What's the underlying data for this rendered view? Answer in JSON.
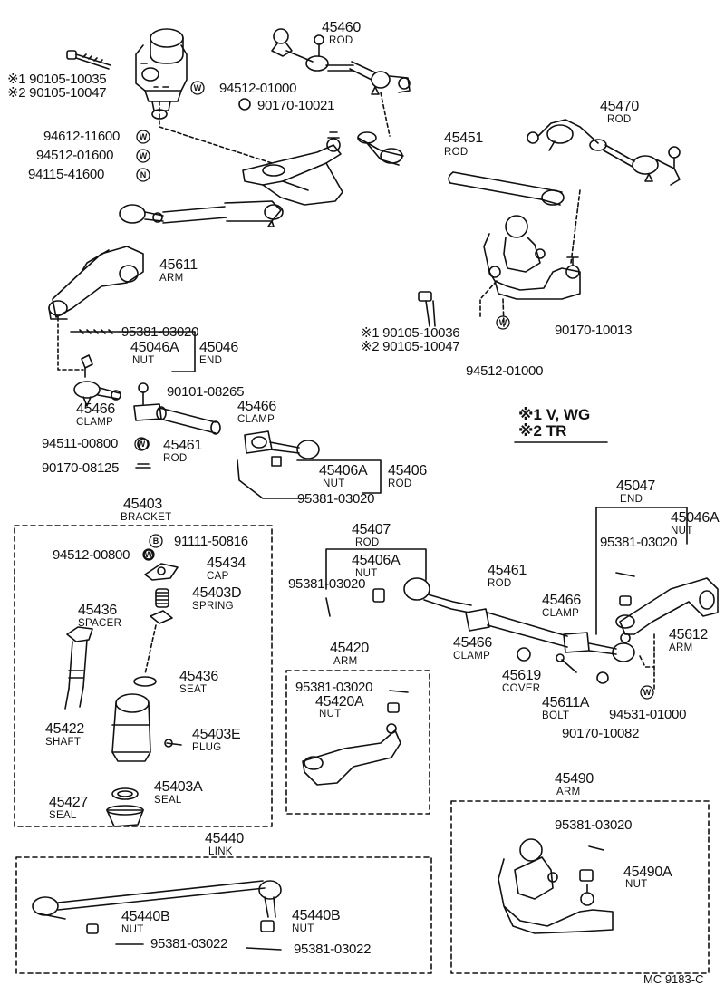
{
  "catalog_code": "MC 9183-C",
  "legend": {
    "line1": "※1 V, WG",
    "line2": "※2 TR"
  },
  "top": {
    "p45460": {
      "num": "45460",
      "name": "ROD"
    },
    "p45470": {
      "num": "45470",
      "name": "ROD"
    },
    "p45451": {
      "num": "45451",
      "name": "ROD"
    },
    "p45611": {
      "num": "45611",
      "name": "ARM"
    },
    "bolt_l1": "※1 90105-10035",
    "bolt_l2": "※2 90105-10047",
    "washer_94512_01000": "94512-01000",
    "nut_90170_10021": "90170-10021",
    "w_94612_11600": "94612-11600",
    "w_94512_01600": "94512-01600",
    "n_94115_41600": "94115-41600",
    "bolt_r1": "※1 90105-10036",
    "bolt_r2": "※2 90105-10047",
    "nut_90170_10013": "90170-10013",
    "washer_94512_01000b": "94512-01000"
  },
  "left_rod": {
    "pin_95381_03020": "95381-03020",
    "p45046A": {
      "num": "45046A",
      "name": "NUT"
    },
    "p45046": {
      "num": "45046",
      "name": "END"
    },
    "bolt_90101_08265": "90101-08265",
    "p45466a": {
      "num": "45466",
      "name": "CLAMP"
    },
    "p45466b": {
      "num": "45466",
      "name": "CLAMP"
    },
    "p45461": {
      "num": "45461",
      "name": "ROD"
    },
    "w_94511_00800": "94511-00800",
    "nut_90170_08125": "90170-08125",
    "p45406A": {
      "num": "45406A",
      "name": "NUT"
    },
    "p45406": {
      "num": "45406",
      "name": "ROD"
    },
    "pin_95381_03020b": "95381-03020"
  },
  "bracket": {
    "p45403": {
      "num": "45403",
      "name": "BRACKET"
    },
    "b_91111_50816": "91111-50816",
    "w_94512_00800": "94512-00800",
    "p45434": {
      "num": "45434",
      "name": "CAP"
    },
    "p45403D": {
      "num": "45403D",
      "name": "SPRING"
    },
    "p45436a": {
      "num": "45436",
      "name": "SPACER"
    },
    "p45436b": {
      "num": "45436",
      "name": "SEAT"
    },
    "p45422": {
      "num": "45422",
      "name": "SHAFT"
    },
    "p45403E": {
      "num": "45403E",
      "name": "PLUG"
    },
    "p45403A": {
      "num": "45403A",
      "name": "SEAL"
    },
    "p45427": {
      "num": "45427",
      "name": "SEAL"
    }
  },
  "middle": {
    "p45407": {
      "num": "45407",
      "name": "ROD"
    },
    "p45406A": {
      "num": "45406A",
      "name": "NUT"
    },
    "pin_95381_03020": "95381-03020",
    "p45461": {
      "num": "45461",
      "name": "ROD"
    },
    "p45466a": {
      "num": "45466",
      "name": "CLAMP"
    },
    "p45466b": {
      "num": "45466",
      "name": "CLAMP"
    },
    "p45619": {
      "num": "45619",
      "name": "COVER"
    },
    "p45611A": {
      "num": "45611A",
      "name": "BOLT"
    },
    "nut_90170_10082": "90170-10082",
    "w_94531_01000": "94531-01000",
    "p45047": {
      "num": "45047",
      "name": "END"
    },
    "p45046A": {
      "num": "45046A",
      "name": "NUT"
    },
    "pin_95381_03020b": "95381-03020",
    "p45612": {
      "num": "45612",
      "name": "ARM"
    }
  },
  "arm45420": {
    "p45420": {
      "num": "45420",
      "name": "ARM"
    },
    "pin_95381_03020": "95381-03020",
    "p45420A": {
      "num": "45420A",
      "name": "NUT"
    }
  },
  "arm45490": {
    "p45490": {
      "num": "45490",
      "name": "ARM"
    },
    "pin_95381_03020": "95381-03020",
    "p45490A": {
      "num": "45490A",
      "name": "NUT"
    }
  },
  "link": {
    "p45440": {
      "num": "45440",
      "name": "LINK"
    },
    "p45440Ba": {
      "num": "45440B",
      "name": "NUT"
    },
    "p45440Bb": {
      "num": "45440B",
      "name": "NUT"
    },
    "pin_95381_03022a": "95381-03022",
    "pin_95381_03022b": "95381-03022"
  },
  "symbols": {
    "W": "W",
    "N": "N",
    "B": "B"
  }
}
